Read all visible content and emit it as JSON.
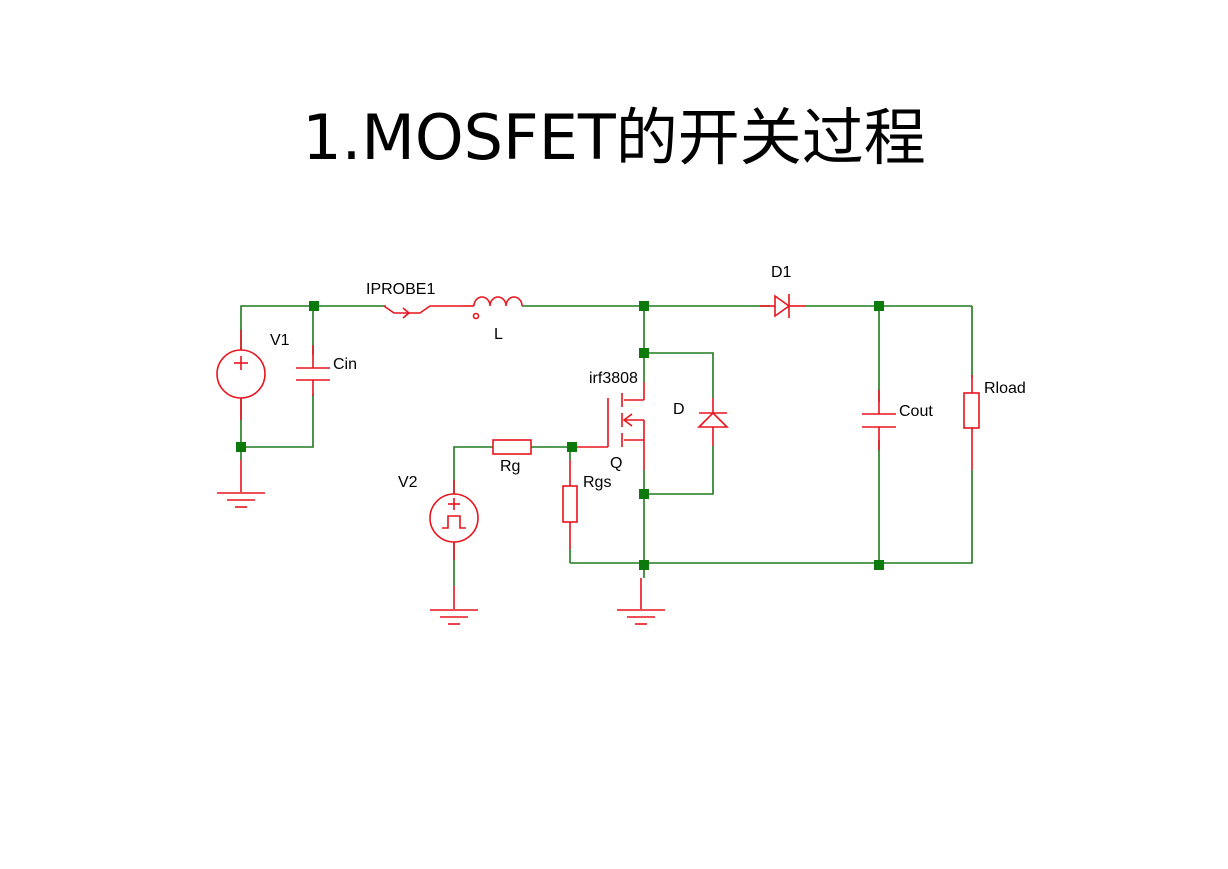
{
  "title": "1.MOSFET的开关过程",
  "labels": {
    "v1": "V1",
    "cin": "Cin",
    "iprobe": "IPROBE1",
    "l": "L",
    "d1": "D1",
    "mosfet_part": "irf3808",
    "q": "Q",
    "d": "D",
    "rg": "Rg",
    "rgs": "Rgs",
    "v2": "V2",
    "cout": "Cout",
    "rload": "Rload"
  },
  "colors": {
    "wire": "#1f7a1f",
    "component": "#e8141e",
    "node": "#0b7a0b"
  }
}
